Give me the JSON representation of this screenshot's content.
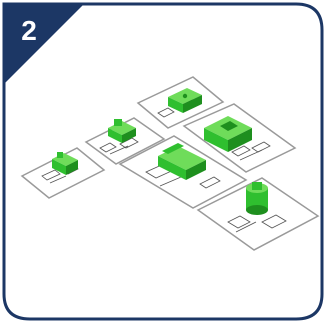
{
  "step_badge": {
    "number": "2"
  },
  "colors": {
    "frame": "#1c3765",
    "badge": "#1c3765",
    "badge_text": "#ffffff",
    "part_green": "#2fbf2f",
    "part_green_dark": "#1e8f1e",
    "part_green_light": "#6fdc5a",
    "sheet_border": "#9a9a9a",
    "sheet_fill": "#ffffff",
    "drawing_ink": "#555555"
  },
  "sheets": [
    {
      "id": "sheet-1",
      "icon": "small-block-part-icon"
    },
    {
      "id": "sheet-2",
      "icon": "stepped-block-part-icon"
    },
    {
      "id": "sheet-3",
      "icon": "flat-block-part-icon"
    },
    {
      "id": "sheet-4",
      "icon": "large-pocket-block-part-icon"
    },
    {
      "id": "sheet-5",
      "icon": "long-bracket-part-icon"
    },
    {
      "id": "sheet-6",
      "icon": "cylinder-part-icon"
    }
  ]
}
